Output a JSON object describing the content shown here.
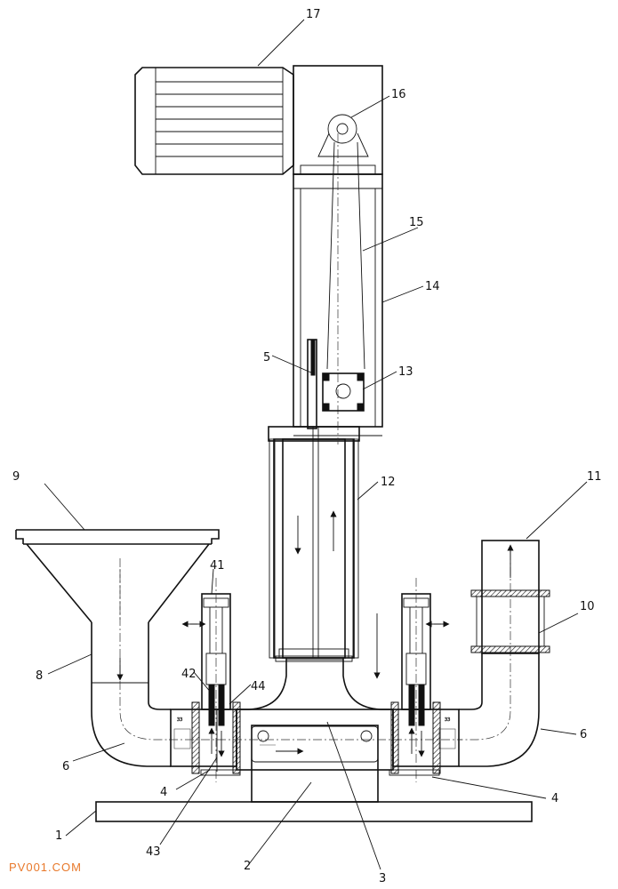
{
  "labels": {
    "l1": "1",
    "l2": "2",
    "l3": "3",
    "l4a": "4",
    "l4b": "4",
    "l5": "5",
    "l6a": "6",
    "l6b": "6",
    "l8": "8",
    "l9": "9",
    "l10": "10",
    "l11": "11",
    "l12": "12",
    "l13": "13",
    "l14": "14",
    "l15": "15",
    "l16": "16",
    "l17": "17",
    "l41": "41",
    "l42": "42",
    "l43": "43",
    "l44": "44"
  },
  "watermark": "PV001.COM",
  "colors": {
    "line": "#111111",
    "watermark": "#e8782a",
    "background": "#ffffff"
  }
}
